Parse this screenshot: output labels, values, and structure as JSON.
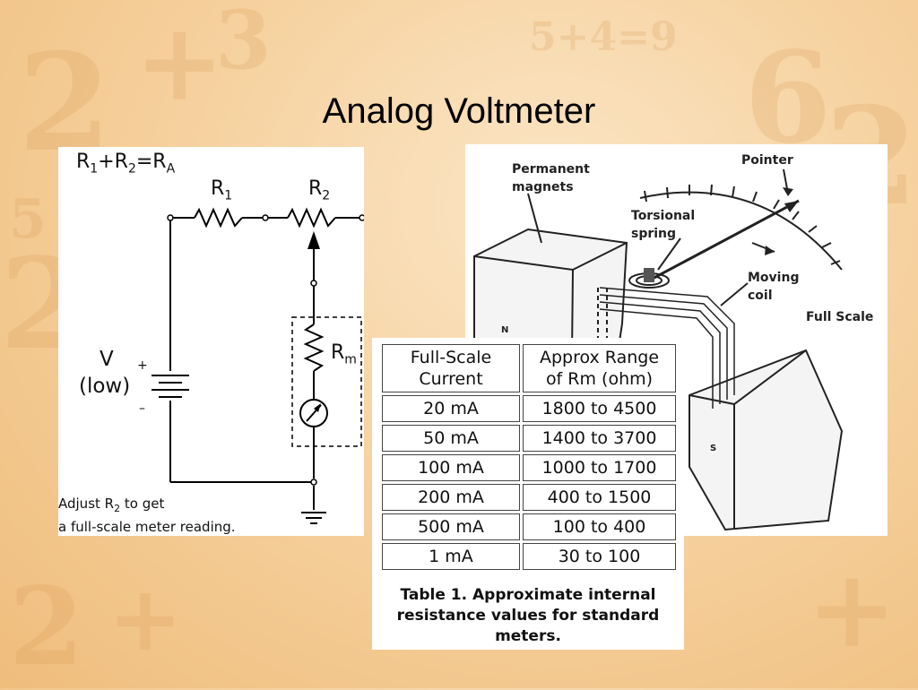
{
  "slide": {
    "title": "Analog Voltmeter"
  },
  "circuit": {
    "formula_parts": [
      "R",
      "1",
      "+R",
      "2",
      "=R",
      "A"
    ],
    "r1": "R",
    "r1_sub": "1",
    "r2": "R",
    "r2_sub": "2",
    "rm": "R",
    "rm_sub": "m",
    "v_label": "V",
    "v_low": "(low)",
    "plus": "+",
    "minus": "–",
    "caption_line1_pre": "Adjust R",
    "caption_line1_sub": "2",
    "caption_line1_post": " to get",
    "caption_line2": "a full-scale meter reading."
  },
  "meter_diagram": {
    "labels": {
      "permanent_magnets_1": "Permanent",
      "permanent_magnets_2": "magnets",
      "pointer": "Pointer",
      "torsional_1": "Torsional",
      "torsional_2": "spring",
      "moving_1": "Moving",
      "moving_2": "coil",
      "full_scale": "Full Scale",
      "n_pole": "N",
      "s_pole": "S"
    }
  },
  "resistance_table": {
    "headers": [
      [
        "Full-Scale",
        "Current"
      ],
      [
        "Approx Range",
        "of Rm (ohm)"
      ]
    ],
    "rows": [
      [
        "20 mA",
        "1800 to 4500"
      ],
      [
        "50 mA",
        "1400 to 3700"
      ],
      [
        "100 mA",
        "1000 to 1700"
      ],
      [
        "200 mA",
        "400 to 1500"
      ],
      [
        "500 mA",
        "100 to 400"
      ],
      [
        "1 mA",
        "30 to 100"
      ]
    ],
    "caption": [
      "Table 1. Approximate internal",
      "resistance values for standard",
      "meters."
    ]
  },
  "background": {
    "glyphs": [
      "2",
      "+",
      "3",
      "5",
      "2",
      "+",
      "2",
      "6",
      "5+4=9",
      "2",
      "+"
    ]
  }
}
